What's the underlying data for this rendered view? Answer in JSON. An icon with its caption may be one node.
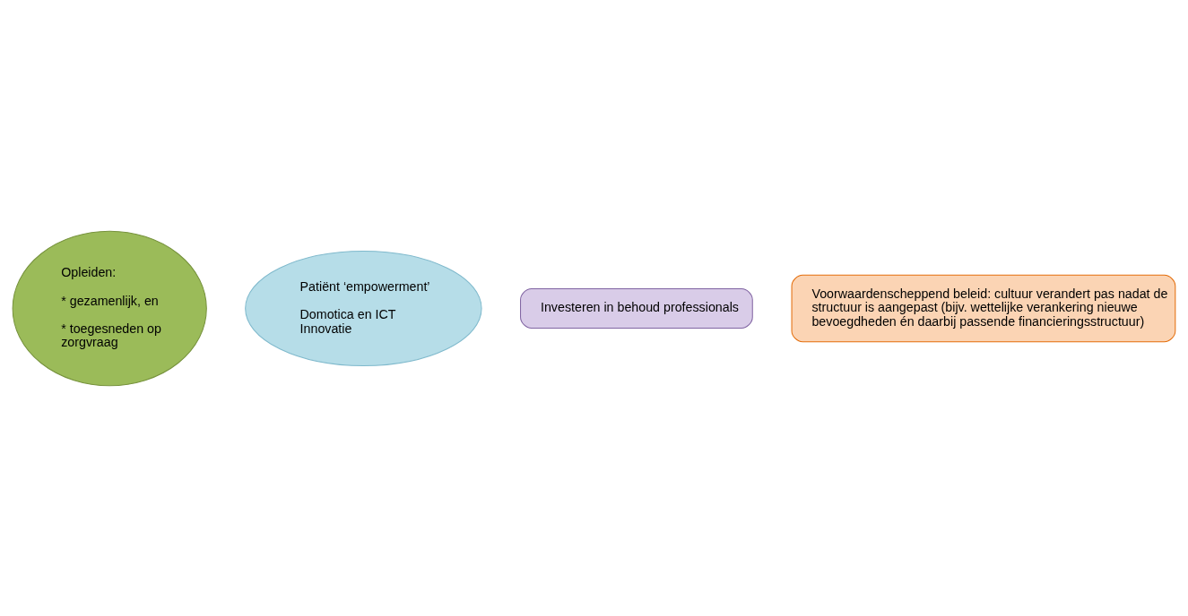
{
  "diagram": {
    "nodes": [
      {
        "text": [
          "Opleiden:",
          "* gezamenlijk, en",
          "* toegesneden op zorgvraag"
        ]
      },
      {
        "text": [
          "Patiënt ‘empowerment’",
          "Domotica en ICT Innovatie"
        ]
      },
      {
        "text": [
          "Investeren in behoud professionals"
        ]
      },
      {
        "text": [
          "Voorwaardenscheppend beleid: cultuur verandert pas nadat de structuur is aangepast (bijv. wettelijke verankering nieuwe bevoegdheden én daarbij passende financieringsstructuur)"
        ]
      }
    ],
    "edges": []
  }
}
